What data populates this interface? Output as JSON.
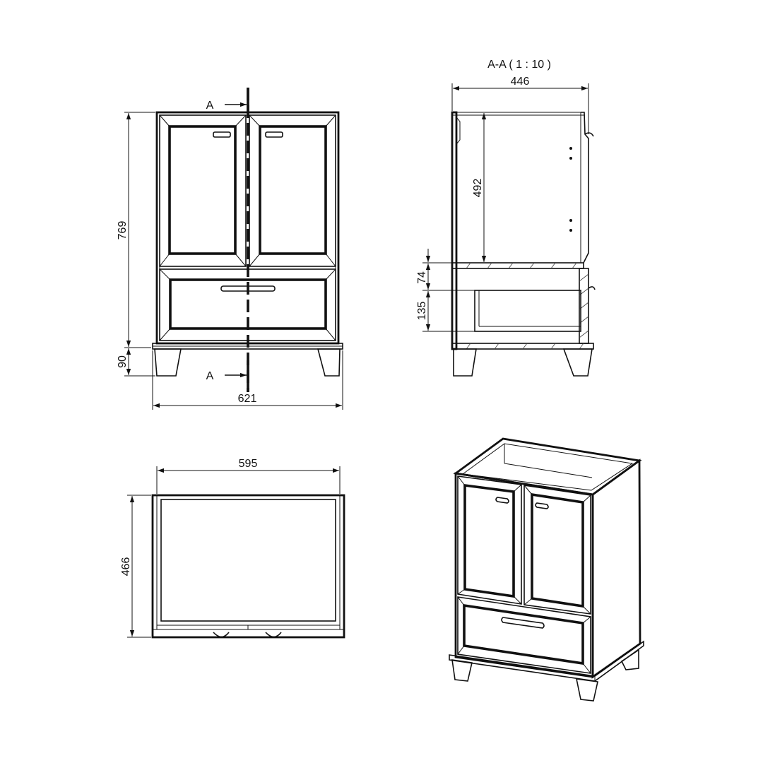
{
  "section_title": "A-A ( 1 : 10 )",
  "section_marks": {
    "top": "A",
    "bottom": "A"
  },
  "front_view": {
    "height": "769",
    "leg_height": "90",
    "width": "621"
  },
  "section_view": {
    "depth": "446",
    "upper_height": "492",
    "shelf_gap": "74",
    "drawer_height": "135"
  },
  "top_view": {
    "width": "595",
    "depth": "466"
  },
  "colors": {
    "line": "#111111",
    "background": "#ffffff"
  }
}
